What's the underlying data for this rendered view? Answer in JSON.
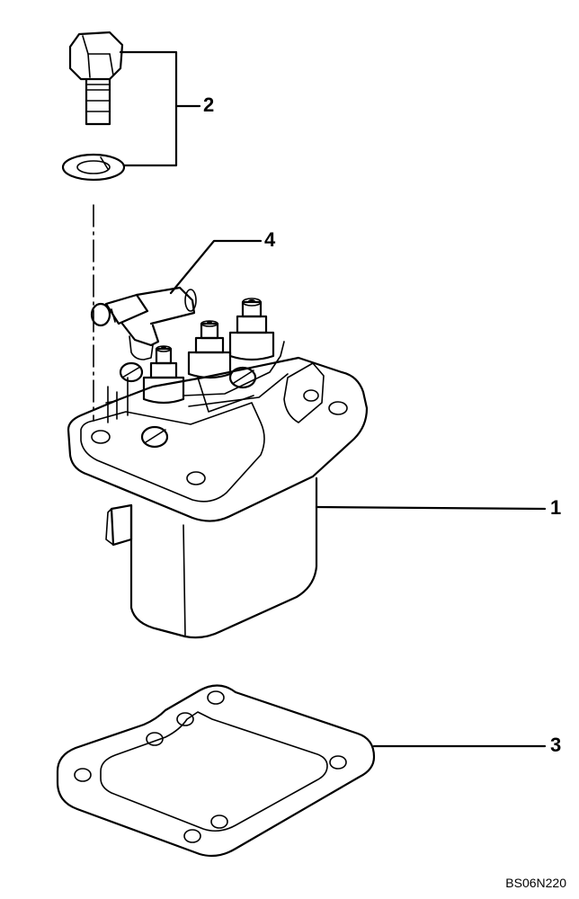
{
  "callouts": {
    "c1": "1",
    "c2": "2",
    "c3": "3",
    "c4": "4"
  },
  "reference_code": "BS06N220",
  "parts": [
    {
      "id": "1",
      "icon": "injection-pump-icon"
    },
    {
      "id": "2",
      "icon": "bolt-and-washer-icon"
    },
    {
      "id": "3",
      "icon": "gasket-icon"
    },
    {
      "id": "4",
      "icon": "fuel-fitting-icon"
    }
  ]
}
